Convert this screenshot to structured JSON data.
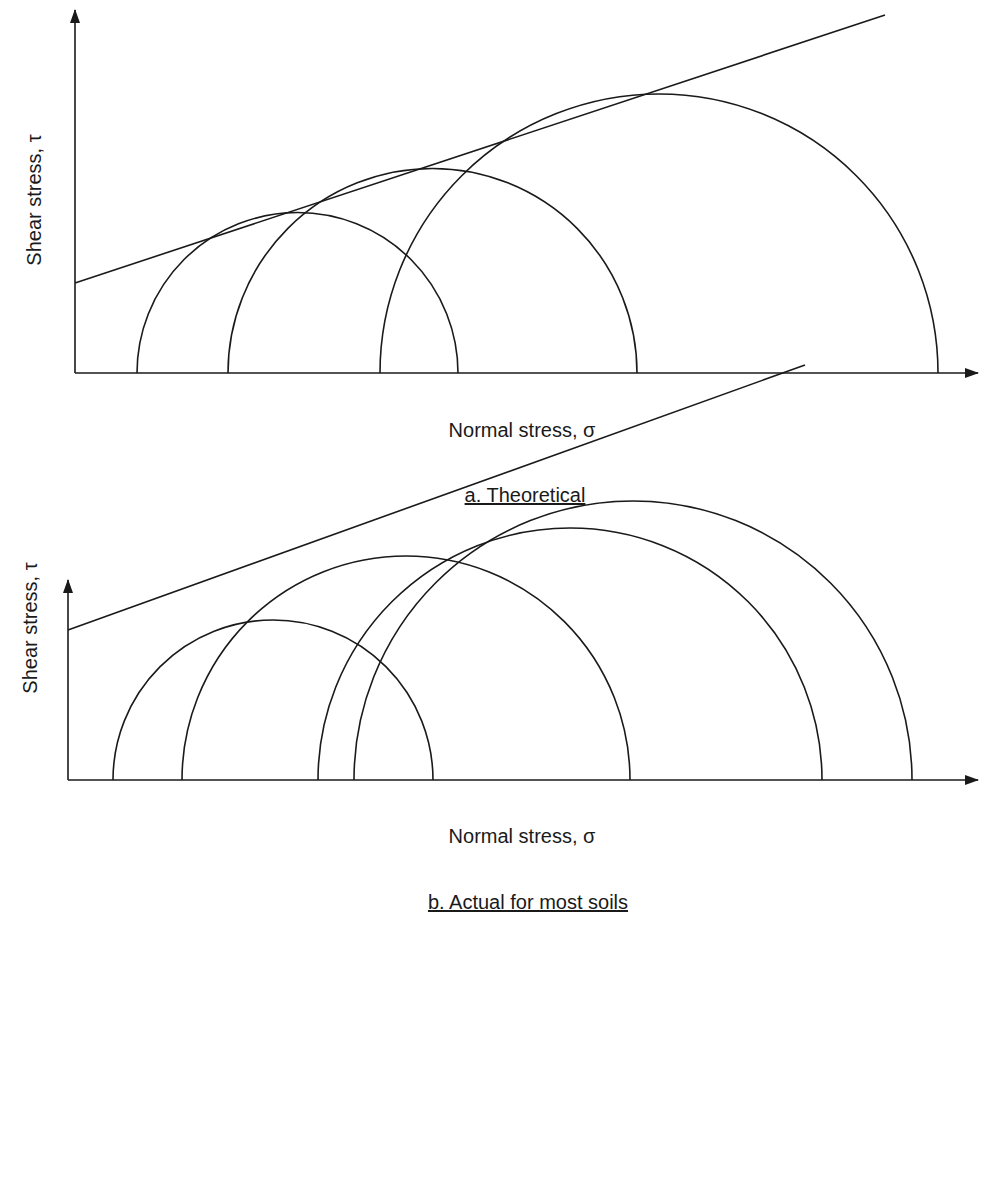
{
  "diagram": {
    "labels": [
      "Shear stress, τ",
      "Normal stress, σ",
      "a. Theoretical",
      "Shear stress, τ",
      "Normal stress, σ",
      "b. Actual for most soils"
    ]
  }
}
